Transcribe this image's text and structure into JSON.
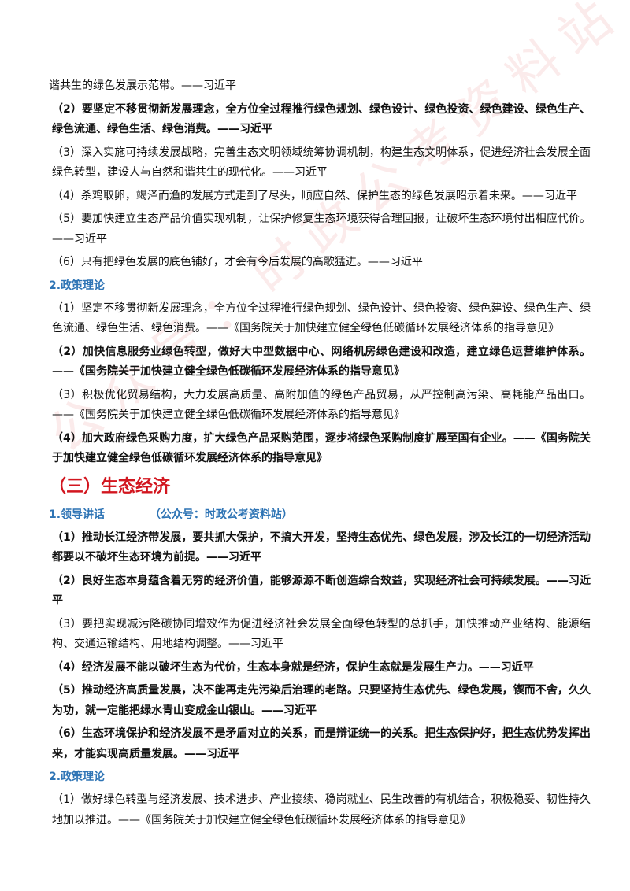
{
  "watermark": "公众号：时政公考资料站",
  "block1": [
    {
      "text": "谐共生的绿色发展示范带。——习近平",
      "bold": false
    },
    {
      "text": "（2）要坚定不移贯彻新发展理念，全方位全过程推行绿色规划、绿色设计、绿色投资、绿色建设、绿色生产、绿色流通、绿色生活、绿色消费。——习近平",
      "bold": true
    },
    {
      "text": "（3）深入实施可持续发展战略，完善生态文明领域统筹协调机制，构建生态文明体系，促进经济社会发展全面绿色转型，建设人与自然和谐共生的现代化。——习近平",
      "bold": false
    },
    {
      "text": "（4）杀鸡取卵，竭泽而渔的发展方式走到了尽头，顺应自然、保护生态的绿色发展昭示着未来。——习近平",
      "bold": false
    },
    {
      "text": "（5）要加快建立生态产品价值实现机制，让保护修复生态环境获得合理回报，让破坏生态环境付出相应代价。——习近平",
      "bold": false
    },
    {
      "text": "（6）只有把绿色发展的底色铺好，才会有今后发展的高歌猛进。——习近平",
      "bold": false
    }
  ],
  "heading_policy_1": "2.政策理论",
  "block2": [
    {
      "text": "（1）坚定不移贯彻新发展理念，全方位全过程推行绿色规划、绿色设计、绿色投资、绿色建设、绿色生产、绿色流通、绿色生活、绿色消费。——《国务院关于加快建立健全绿色低碳循环发展经济体系的指导意见》",
      "bold": false
    },
    {
      "text": "（2）加快信息服务业绿色转型，做好大中型数据中心、网络机房绿色建设和改造，建立绿色运营维护体系。——《国务院关于加快建立健全绿色低碳循环发展经济体系的指导意见》",
      "bold": true
    },
    {
      "text": "（3）积极优化贸易结构，大力发展高质量、高附加值的绿色产品贸易，从严控制高污染、高耗能产品出口。——《国务院关于加快建立健全绿色低碳循环发展经济体系的指导意见》",
      "bold": false
    },
    {
      "text": "（4）加大政府绿色采购力度，扩大绿色产品采购范围，逐步将绿色采购制度扩展至国有企业。——《国务院关于加快建立健全绿色低碳循环发展经济体系的指导意见》",
      "bold": true
    }
  ],
  "section_title": "（三）生态经济",
  "heading_leader": "1.领导讲话",
  "heading_promo": "（公众号：时政公考资料站）",
  "block3": [
    {
      "text": "（1）推动长江经济带发展，要共抓大保护，不搞大开发，坚持生态优先、绿色发展，涉及长江的一切经济活动都要以不破坏生态环境为前提。——习近平",
      "bold": true
    },
    {
      "text": "（2）良好生态本身蕴含着无穷的经济价值，能够源源不断创造综合效益，实现经济社会可持续发展。——习近平",
      "bold": true
    },
    {
      "text": "（3）要把实现减污降碳协同增效作为促进经济社会发展全面绿色转型的总抓手，加快推动产业结构、能源结构、交通运输结构、用地结构调整。——习近平",
      "bold": false
    },
    {
      "text": "（4）经济发展不能以破坏生态为代价，生态本身就是经济，保护生态就是发展生产力。——习近平",
      "bold": true
    },
    {
      "text": "（5）推动经济高质量发展，决不能再走先污染后治理的老路。只要坚持生态优先、绿色发展，锲而不舍，久久为功，就一定能把绿水青山变成金山银山。——习近平",
      "bold": true
    },
    {
      "text": "（6）生态环境保护和经济发展不是矛盾对立的关系，而是辩证统一的关系。把生态保护好，把生态优势发挥出来，才能实现高质量发展。——习近平",
      "bold": true
    }
  ],
  "heading_policy_2": "2.政策理论",
  "block4": [
    {
      "text": "（1）做好绿色转型与经济发展、技术进步、产业接续、稳岗就业、民生改善的有机结合，积极稳妥、韧性持久地加以推进。——《国务院关于加快建立健全绿色低碳循环发展经济体系的指导意见》",
      "bold": false
    }
  ]
}
